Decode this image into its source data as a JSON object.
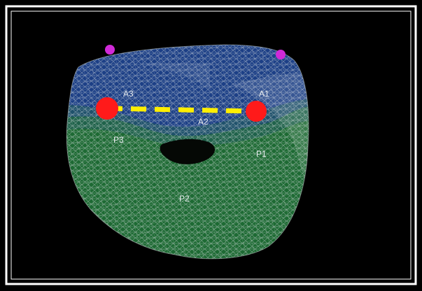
{
  "labels": {
    "a1": "A1",
    "a2": "A2",
    "a3": "A3",
    "p1": "P1",
    "p2": "P2",
    "p3": "P3"
  },
  "colors": {
    "background": "#000000",
    "frame": "#ffffff",
    "anterior_mesh": "#1c3f86",
    "posterior_mesh": "#1d6a33",
    "mesh_lines": "#cfd6d8",
    "marker_red": "#ff1a1a",
    "marker_magenta": "#d02ad8",
    "dashed_line": "#ffee00"
  }
}
